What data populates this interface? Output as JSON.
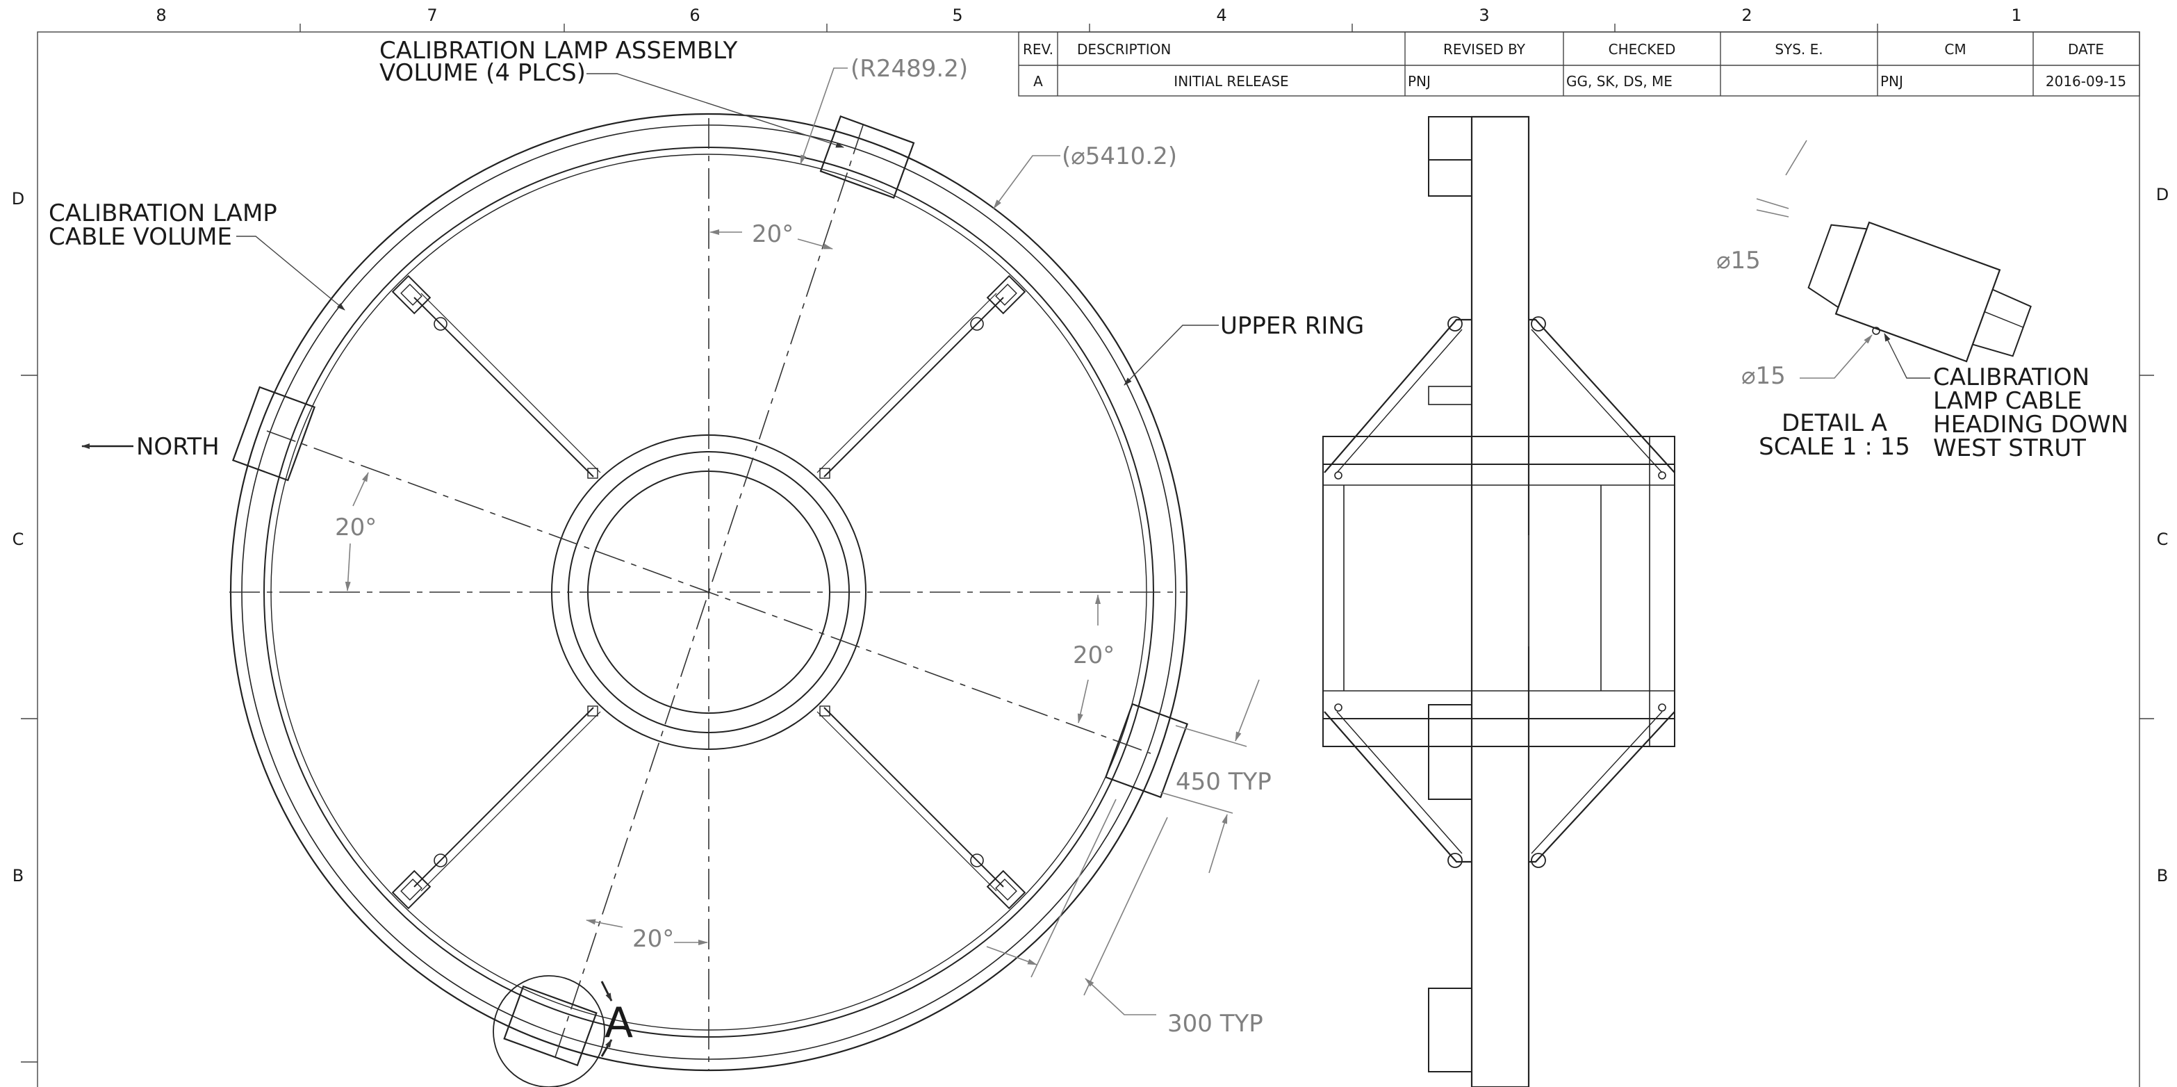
{
  "border": {
    "columns": [
      "8",
      "7",
      "6",
      "5",
      "4",
      "3",
      "2",
      "1"
    ],
    "rows": [
      "D",
      "C",
      "B"
    ]
  },
  "revision_table": {
    "headers": [
      "REV.",
      "DESCRIPTION",
      "REVISED BY",
      "CHECKED",
      "SYS. E.",
      "CM",
      "DATE"
    ],
    "row": [
      "A",
      "INITIAL RELEASE",
      "PNJ",
      "GG, SK, DS, ME",
      "",
      "PNJ",
      "2016-09-15"
    ]
  },
  "labels": {
    "lamp_assembly_line1": "CALIBRATION LAMP ASSEMBLY",
    "lamp_assembly_line2": "VOLUME (4 PLCS)",
    "cable_volume_line1": "CALIBRATION LAMP",
    "cable_volume_line2": "CABLE VOLUME",
    "north": "NORTH",
    "upper_ring": "UPPER RING",
    "detail_callout": "A",
    "detail_title": "DETAIL A",
    "detail_scale": "SCALE 1 : 15",
    "cable_heading_line1": "CALIBRATION",
    "cable_heading_line2": "LAMP CABLE",
    "cable_heading_line3": "HEADING DOWN",
    "cable_heading_line4": "WEST STRUT"
  },
  "dimensions": {
    "radius": "(R2489.2)",
    "diameter": "(⌀5410.2)",
    "angle_top": "20°",
    "angle_left": "20°",
    "angle_right": "20°",
    "angle_bottom": "20°",
    "width_450": "450 TYP",
    "width_300": "300 TYP",
    "detail_dia_upper": "⌀15",
    "detail_dia_lower": "⌀15"
  }
}
